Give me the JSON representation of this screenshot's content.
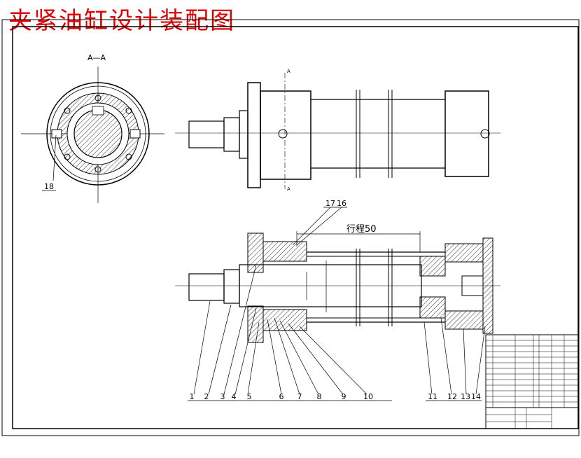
{
  "title": "夹紧油缸设计装配图",
  "section_label": "A—A",
  "cut_markers": [
    "A",
    "A"
  ],
  "dimension": "行程50",
  "part_numbers": [
    "1",
    "2",
    "3",
    "4",
    "5",
    "6",
    "7",
    "8",
    "9",
    "10",
    "11",
    "12",
    "13",
    "14",
    "16",
    "17",
    "18"
  ],
  "colors": {
    "title": "#e00000",
    "line": "#000000"
  }
}
